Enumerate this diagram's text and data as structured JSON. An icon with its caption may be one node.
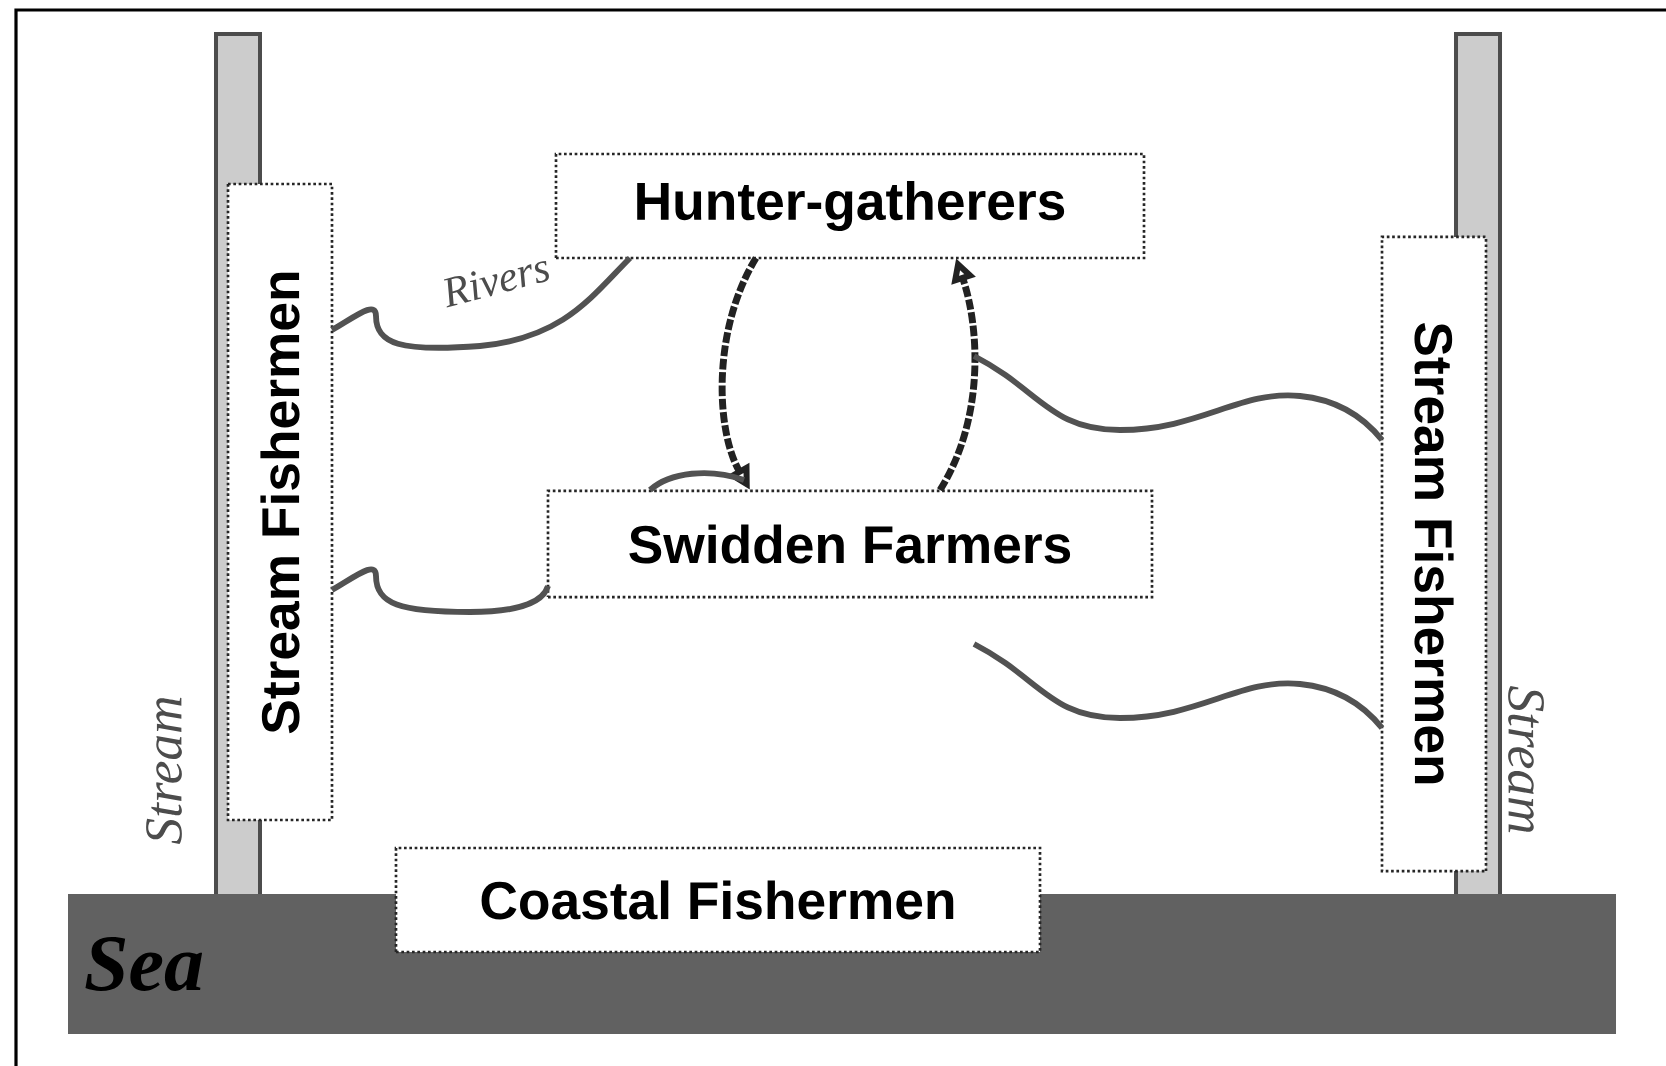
{
  "diagram": {
    "nodes": [
      {
        "text": [
          "Hunter-gatherers"
        ]
      },
      {
        "text": [
          "Stream Fishermen"
        ]
      },
      {
        "text": [
          "Swidden Farmers"
        ]
      },
      {
        "text": [
          "Stream Fishermen"
        ]
      },
      {
        "text": [
          "Coastal Fishermen"
        ]
      },
      {
        "text": [
          "Sea"
        ]
      }
    ],
    "edges": [
      {
        "from": 0,
        "to": 2,
        "arrow": "to",
        "style": "dashed",
        "color": "#222222"
      },
      {
        "from": 2,
        "to": 0,
        "arrow": "to",
        "style": "dashed",
        "color": "#222222"
      },
      {
        "from": 1,
        "to": 0,
        "arrow": "none"
      },
      {
        "from": 1,
        "to": 2,
        "arrow": "none"
      },
      {
        "from": null,
        "to": 3,
        "arrow": "none"
      },
      {
        "from": null,
        "to": 3,
        "arrow": "none"
      },
      {
        "from": 2,
        "to": null,
        "arrow": "none"
      }
    ],
    "labels": [
      "Rivers",
      "Stream",
      "Stream"
    ]
  }
}
